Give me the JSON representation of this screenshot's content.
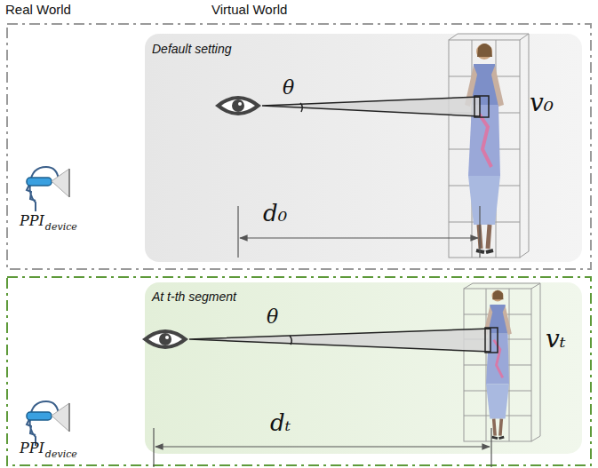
{
  "diagram": {
    "nodes": [
      {
        "text": [
          "PPI",
          "device"
        ]
      },
      {
        "text": [
          "Default setting",
          "θ",
          "v₀",
          "d₀"
        ],
        "in": 0
      },
      {
        "text": [
          "PPI",
          "device"
        ]
      },
      {
        "text": [
          "At t-th segment",
          "θ",
          "vₜ",
          "dₜ"
        ],
        "in": 2
      }
    ],
    "labels": [
      "Real World",
      "Virtual World"
    ]
  }
}
